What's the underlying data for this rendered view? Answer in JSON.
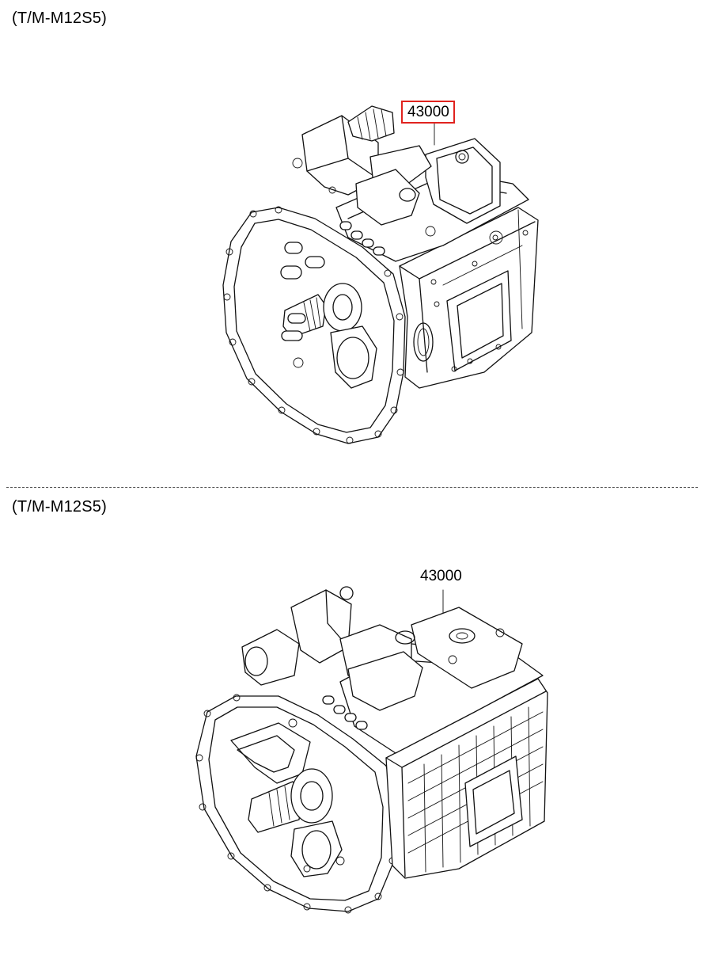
{
  "sections": [
    {
      "model_label": "(T/M-M12S5)",
      "part_number": "43000",
      "highlight_color": "#e0231f"
    },
    {
      "model_label": "(T/M-M12S5)",
      "part_number": "43000"
    }
  ],
  "icons": {
    "top_drawing": "transmission-assembly-icon",
    "bottom_drawing": "ribbed-transmission-assembly-icon"
  }
}
